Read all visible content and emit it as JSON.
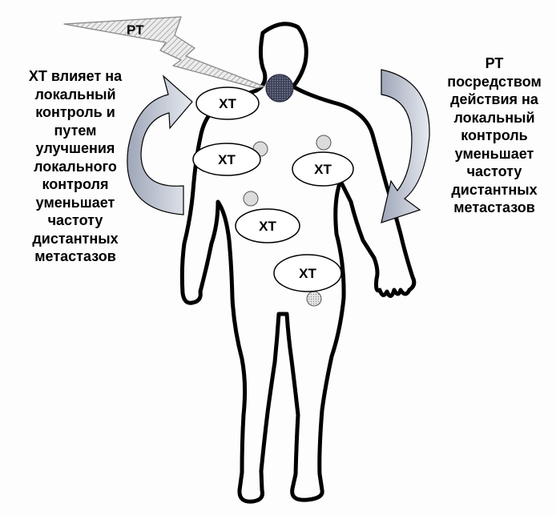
{
  "lightning": {
    "label": "РТ"
  },
  "chemo_sites": [
    {
      "label": "ХТ"
    },
    {
      "label": "ХТ"
    },
    {
      "label": "ХТ"
    },
    {
      "label": "ХТ"
    },
    {
      "label": "ХТ"
    }
  ],
  "left_caption": "ХТ влияет на\nлокальный\nконтроль и\nпутем\nулучшения\nлокального\nконтроля\nуменьшает\nчастоту\nдистантных\nметастазов",
  "right_caption": "РТ\nпосредством\nдействия на\nлокальный\nконтроль\nуменьшает\nчастоту\nдистантных\nметастазов",
  "colors": {
    "outline": "#000000",
    "arrow_fill": "#c4cad6",
    "tumor": "#4a5068",
    "metastasis": "#d6d6d6"
  }
}
